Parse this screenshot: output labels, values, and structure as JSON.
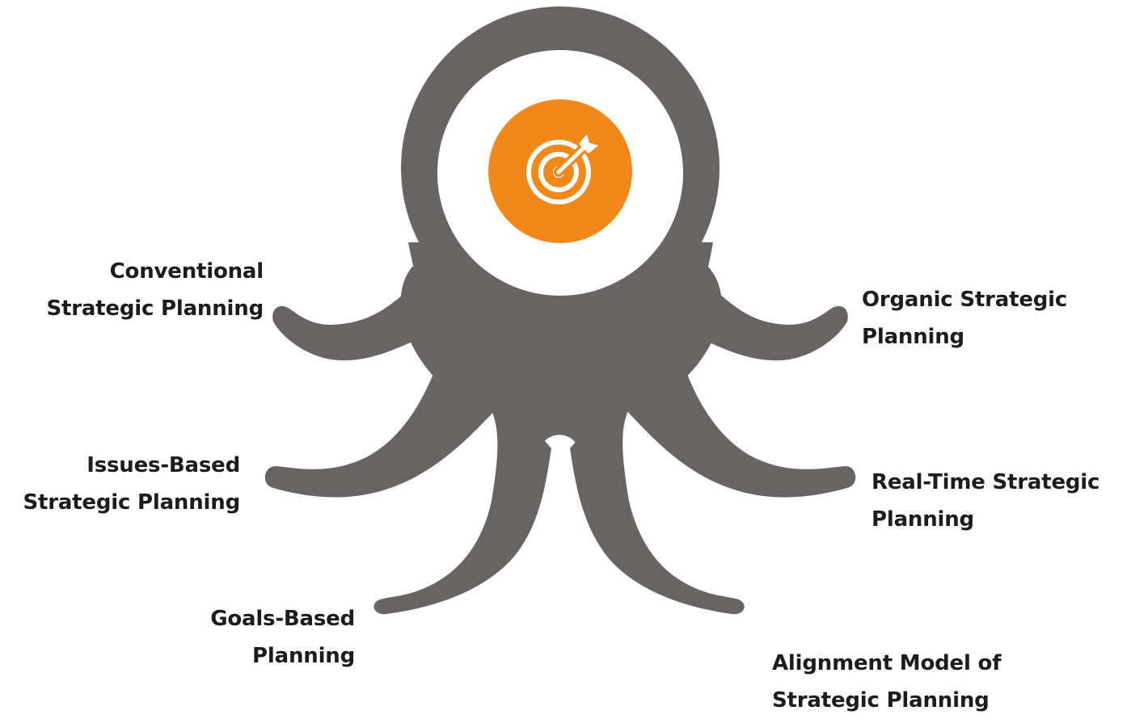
{
  "colors": {
    "octopus": "#686463",
    "target_circle": "#f0891a",
    "head_window": "#ffffff",
    "text": "#1c1c1c"
  },
  "center_icon": "target-with-arrow-icon",
  "labels": {
    "conventional": [
      "Conventional",
      "Strategic Planning"
    ],
    "issues_based": [
      "Issues-Based",
      "Strategic Planning"
    ],
    "goals_based": [
      "Goals-Based",
      "Planning"
    ],
    "organic": [
      "Organic Strategic",
      "Planning"
    ],
    "real_time": [
      "Real-Time Strategic",
      "Planning"
    ],
    "alignment": [
      "Alignment Model of",
      "Strategic Planning"
    ]
  }
}
